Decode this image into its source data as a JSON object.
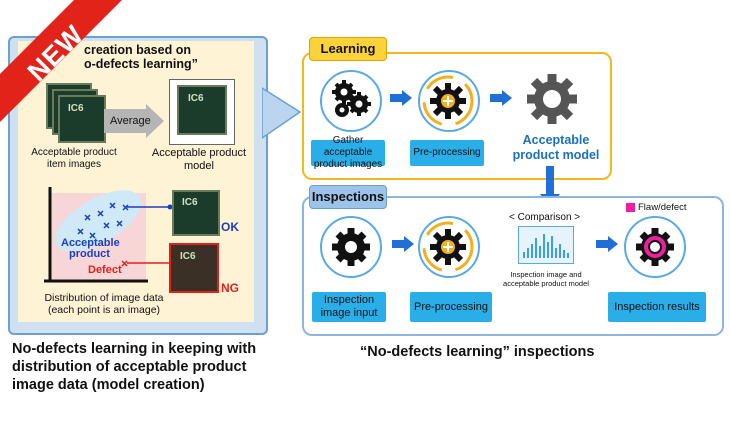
{
  "banner": {
    "label": "NEW",
    "color": "#e2231a"
  },
  "left_panel": {
    "title_line1": "creation based on",
    "title_line2": "o-defects learning”",
    "chip_mark": "IC6",
    "acceptable_images_label_1": "Acceptable product",
    "acceptable_images_label_2": "item images",
    "average_label": "Average",
    "model_label_1": "Acceptable product",
    "model_label_2": "model",
    "cluster_label_1": "Acceptable",
    "cluster_label_2": "product",
    "defect_label": "Defect",
    "ok_label": "OK",
    "ng_label": "NG",
    "distribution_label_1": "Distribution of image data",
    "distribution_label_2": "(each point is an image)"
  },
  "left_caption": {
    "line1": "No-defects learning in keeping with",
    "line2": "distribution of acceptable product",
    "line3": "image data (model creation)"
  },
  "learning": {
    "label": "Learning",
    "step1_1": "Gather acceptable",
    "step1_2": "product images",
    "step2": "Pre-processing",
    "result_1": "Acceptable",
    "result_2": "product model"
  },
  "inspections": {
    "label": "Inspections",
    "comparison": "< Comparison >",
    "legend": "Flaw/defect",
    "step1_1": "Inspection",
    "step1_2": "image input",
    "step2": "Pre-processing",
    "compare_note_1": "Inspection image and",
    "compare_note_2": "acceptable product model",
    "step4": "Inspection results"
  },
  "right_caption": "“No-defects learning” inspections",
  "colors": {
    "accent_blue": "#1b6fbf",
    "arrow_blue": "#1f6fd6",
    "learn_yellow": "#fcd23a",
    "defect_pink": "#ee1fa0"
  }
}
